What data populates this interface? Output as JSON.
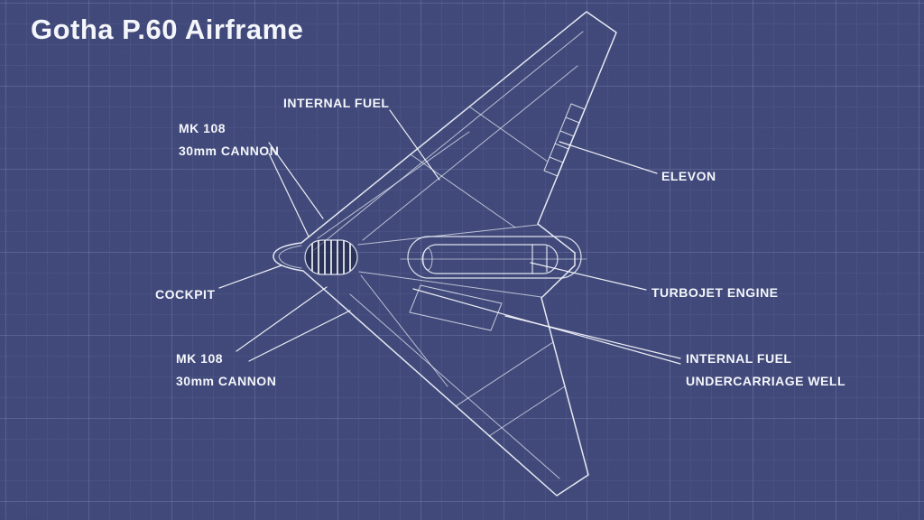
{
  "title": "Gotha P.60 Airframe",
  "diagram": {
    "type": "blueprint",
    "subject": "Gotha P.60 flying-wing airframe, top view with callouts"
  },
  "colors": {
    "background": "#3d4677",
    "grid_line": "#8d98c9",
    "drawing_line": "#edf1f9",
    "text": "#f4f6fb"
  },
  "labels": {
    "internal_fuel": {
      "text": "INTERNAL FUEL"
    },
    "mk108_upper": {
      "line1": "MK 108",
      "line2": "30mm CANNON"
    },
    "elevon": {
      "text": "ELEVON"
    },
    "cockpit": {
      "text": "COCKPIT"
    },
    "turbojet_engine": {
      "text": "TURBOJET ENGINE"
    },
    "mk108_lower": {
      "line1": "MK 108",
      "line2": "30mm CANNON"
    },
    "internal_fuel_undercarriage": {
      "line1": "INTERNAL FUEL",
      "line2": "UNDERCARRIAGE WELL"
    }
  }
}
